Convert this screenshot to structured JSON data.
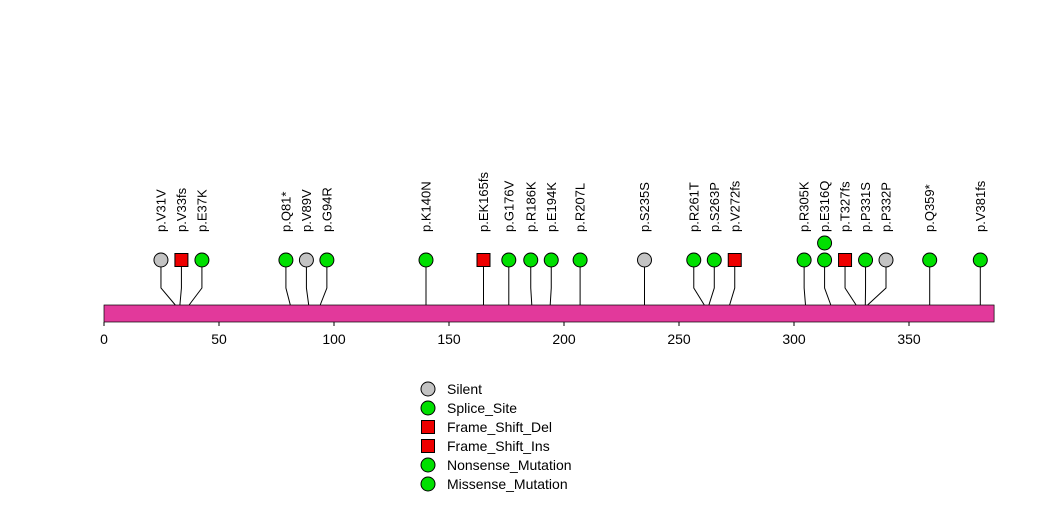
{
  "chart_data": {
    "type": "lollipop",
    "title": "",
    "description": "Protein mutation lollipop plot",
    "protein": {
      "start": 0,
      "end": 387,
      "bar_color": "#E2399B"
    },
    "x_axis": {
      "range": [
        0,
        387
      ],
      "ticks": [
        0,
        50,
        100,
        150,
        200,
        250,
        300,
        350
      ],
      "grid": false
    },
    "legend_position": "bottom-center",
    "mutation_types": {
      "Silent": {
        "shape": "circle",
        "color": "#C3C3C3"
      },
      "Splice_Site": {
        "shape": "circle",
        "color": "#00E000"
      },
      "Frame_Shift_Del": {
        "shape": "square",
        "color": "#EE0000"
      },
      "Frame_Shift_Ins": {
        "shape": "square",
        "color": "#EE0000"
      },
      "Nonsense_Mutation": {
        "shape": "circle",
        "color": "#00E000"
      },
      "Missense_Mutation": {
        "shape": "circle",
        "color": "#00E000"
      }
    },
    "legend": [
      "Silent",
      "Splice_Site",
      "Frame_Shift_Del",
      "Frame_Shift_Ins",
      "Nonsense_Mutation",
      "Missense_Mutation"
    ],
    "mutations": [
      {
        "label": "p.V31V",
        "position": 31,
        "type": "Silent",
        "count": 1
      },
      {
        "label": "p.V33fs",
        "position": 33,
        "type": "Frame_Shift_Del",
        "count": 1
      },
      {
        "label": "p.E37K",
        "position": 37,
        "type": "Missense_Mutation",
        "count": 1
      },
      {
        "label": "p.Q81*",
        "position": 81,
        "type": "Nonsense_Mutation",
        "count": 1
      },
      {
        "label": "p.V89V",
        "position": 89,
        "type": "Silent",
        "count": 1
      },
      {
        "label": "p.G94R",
        "position": 94,
        "type": "Missense_Mutation",
        "count": 1
      },
      {
        "label": "p.K140N",
        "position": 140,
        "type": "Missense_Mutation",
        "count": 1
      },
      {
        "label": "p.EK165fs",
        "position": 165,
        "type": "Frame_Shift_Del",
        "count": 1
      },
      {
        "label": "p.G176V",
        "position": 176,
        "type": "Missense_Mutation",
        "count": 1
      },
      {
        "label": "p.R186K",
        "position": 186,
        "type": "Missense_Mutation",
        "count": 1
      },
      {
        "label": "p.E194K",
        "position": 194,
        "type": "Missense_Mutation",
        "count": 1
      },
      {
        "label": "p.R207L",
        "position": 207,
        "type": "Missense_Mutation",
        "count": 1
      },
      {
        "label": "p.S235S",
        "position": 235,
        "type": "Silent",
        "count": 1
      },
      {
        "label": "p.R261T",
        "position": 261,
        "type": "Missense_Mutation",
        "count": 1
      },
      {
        "label": "p.S263P",
        "position": 263,
        "type": "Missense_Mutation",
        "count": 1
      },
      {
        "label": "p.V272fs",
        "position": 272,
        "type": "Frame_Shift_Del",
        "count": 1
      },
      {
        "label": "p.R305K",
        "position": 305,
        "type": "Missense_Mutation",
        "count": 1
      },
      {
        "label": "p.E316Q",
        "position": 316,
        "type": "Missense_Mutation",
        "count": 2
      },
      {
        "label": "p.T327fs",
        "position": 327,
        "type": "Frame_Shift_Del",
        "count": 1
      },
      {
        "label": "p.P331S",
        "position": 331,
        "type": "Missense_Mutation",
        "count": 1
      },
      {
        "label": "p.P332P",
        "position": 332,
        "type": "Silent",
        "count": 1
      },
      {
        "label": "p.Q359*",
        "position": 359,
        "type": "Nonsense_Mutation",
        "count": 1
      },
      {
        "label": "p.V381fs",
        "position": 381,
        "type": "Splice_Site",
        "count": 1
      }
    ]
  }
}
